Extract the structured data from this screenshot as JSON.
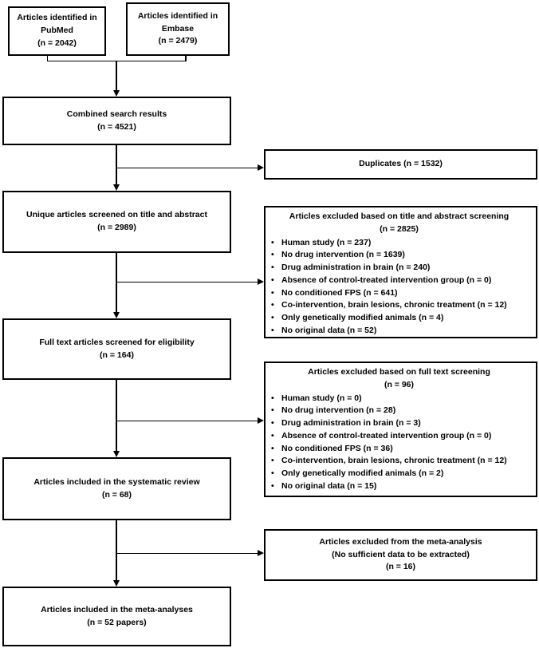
{
  "colors": {
    "line": "#000000",
    "background": "#ffffff",
    "text": "#000000"
  },
  "flowchart": {
    "left_column": {
      "pubmed": {
        "text": "Articles identified in\nPubMed\n(n = 2042)"
      },
      "embase": {
        "text": "Articles identified in\nEmbase\n(n = 2479)"
      },
      "combined": {
        "text": "Combined search results\n(n = 4521)"
      },
      "unique": {
        "text": "Unique articles screened on title and abstract\n(n = 2989)"
      },
      "fulltext": {
        "text": "Full text articles screened for eligibility\n(n = 164)"
      },
      "systematic": {
        "text": "Articles included in the systematic review\n(n = 68)"
      },
      "meta": {
        "text": "Articles included in the meta-analyses\n(n = 52 papers)"
      }
    },
    "right_column": {
      "duplicates": {
        "text": "Duplicates (n = 1532)"
      },
      "excluded_title_abstract": {
        "title": "Articles excluded based on title and abstract screening\n(n = 2825)",
        "items": [
          "Human study (n = 237)",
          "No drug intervention (n = 1639)",
          "Drug administration in brain (n = 240)",
          "Absence of control-treated intervention group (n = 0)",
          "No conditioned FPS (n = 641)",
          "Co-intervention, brain lesions, chronic treatment (n = 12)",
          "Only genetically modified animals (n = 4)",
          "No original data (n = 52)"
        ]
      },
      "excluded_full_text": {
        "title": "Articles excluded based on full text screening\n(n = 96)",
        "items": [
          "Human study (n = 0)",
          "No drug intervention (n = 28)",
          "Drug administration in brain (n = 3)",
          "Absence of control-treated intervention group (n = 0)",
          "No conditioned FPS (n = 36)",
          "Co-intervention, brain lesions, chronic treatment (n = 12)",
          "Only genetically modified animals (n = 2)",
          "No original data (n = 15)"
        ]
      },
      "excluded_meta": {
        "text": "Articles excluded from the meta-analysis\n(No sufficient data to be extracted)\n(n = 16)"
      }
    }
  }
}
